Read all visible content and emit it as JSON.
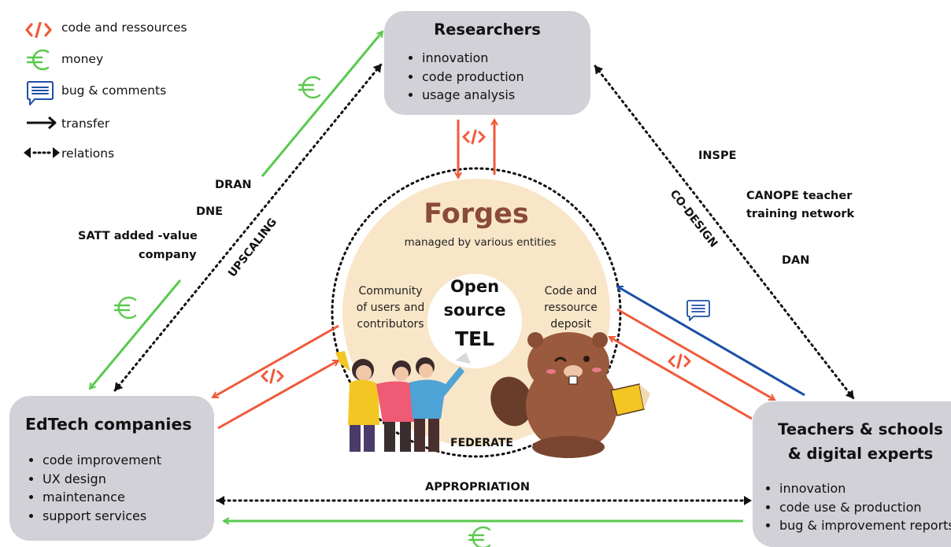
{
  "legend": {
    "code": "code and ressources",
    "money": "money",
    "bugs": "bug & comments",
    "transfer": "transfer",
    "relations": "relations"
  },
  "researchers": {
    "title": "Researchers",
    "items": [
      "innovation",
      "code production",
      "usage analysis"
    ]
  },
  "edtech": {
    "title": "EdTech companies",
    "items": [
      "code improvement",
      "UX design",
      "maintenance",
      "support services"
    ]
  },
  "teachers": {
    "title_line1": "Teachers & schools",
    "title_line2": "& digital experts",
    "items": [
      "innovation",
      "code use & production",
      "bug & improvement reports"
    ]
  },
  "forges": {
    "title": "Forges",
    "subtitle": "managed by various entities",
    "core_line1": "Open",
    "core_line2": "source",
    "core_line3": "TEL",
    "community": [
      "Community",
      "of users and",
      "contributors"
    ],
    "deposit": [
      "Code and",
      "ressource",
      "deposit"
    ],
    "federate": "FEDERATE"
  },
  "left_labels": {
    "dran": "DRAN",
    "dne": "DNE",
    "satt_line1": "SATT added -value",
    "satt_line2": "company",
    "upscaling": "UPSCALING"
  },
  "right_labels": {
    "inspe": "INSPE",
    "canope_line1": "CANOPE teacher",
    "canope_line2": "training network",
    "dan": "DAN",
    "codesign": "CO-DESIGN"
  },
  "bottom_labels": {
    "appropriation": "APPROPRIATION"
  },
  "icons": {
    "code": "code-brackets-icon",
    "money": "euro-icon",
    "bugs": "comment-icon"
  },
  "colors": {
    "code": "#f05a3a",
    "money": "#5ac94e",
    "bugs": "#1d4fa6",
    "box": "#d2d1d7",
    "forge_circle": "#f9e6c8",
    "forges_title": "#8a4a3c"
  }
}
